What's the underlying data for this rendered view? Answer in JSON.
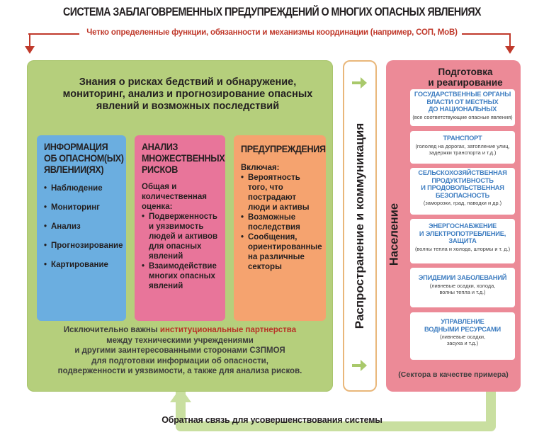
{
  "header": {
    "title": "СИСТЕМА ЗАБЛАГОВРЕМЕННЫХ ПРЕДУПРЕЖДЕНИЙ О МНОГИХ ОПАСНЫХ ЯВЛЕНИЯХ",
    "subtitle": "Четко определенные функции, обязанности и механизмы координации (например, СОП, МоВ)"
  },
  "knowledge": {
    "heading_lines": [
      "Знания о рисках бедствий и обнаружение,",
      "мониторинг, анализ и прогнозирование опасных",
      "явлений и возможных последствий"
    ]
  },
  "columns": {
    "info": {
      "title_lines": [
        "ИНФОРМАЦИЯ",
        "ОБ ОПАСНОМ(ЫХ)",
        "ЯВЛЕНИИ(ЯХ)"
      ],
      "items": [
        "Наблюдение",
        "Мониторинг",
        "Анализ",
        "Прогнозирование",
        "Картирование"
      ]
    },
    "risk": {
      "title_lines": [
        "АНАЛИЗ",
        "МНОЖЕСТВЕННЫХ",
        "РИСКОВ"
      ],
      "intro": "Общая и количественная оценка:",
      "items": [
        "Подверженность и уязвимость людей и активов для опасных явлений",
        "Взаимодействие многих опасных явлений"
      ]
    },
    "warnings": {
      "title": "ПРЕДУПРЕЖДЕНИЯ",
      "intro": "Включая:",
      "items": [
        "Вероятность того, что пострадают люди и активы",
        "Возможные последствия",
        "Сообщения, ориентированные на различные секторы"
      ]
    }
  },
  "partnership": {
    "before": "Исключительно важны ",
    "highlight": "институциональные партнерства",
    "lines": [
      "между техническими учреждениями",
      "и другими заинтересованными сторонами СЗПМОЯ",
      "для подготовки информации об опасности,",
      "подверженности и уязвимости, а также для анализа рисков."
    ]
  },
  "dissemination": {
    "label": "Распространение и коммуникация"
  },
  "preparedness": {
    "title_lines": [
      "Подготовка",
      "и реагирование"
    ],
    "population": "Население",
    "sectors": [
      {
        "title_lines": [
          "ГОСУДАРСТВЕННЫЕ ОРГАНЫ",
          "ВЛАСТИ ОТ МЕСТНЫХ",
          "ДО НАЦИОНАЛЬНЫХ"
        ],
        "note": "(все соответствующие опасные явления)"
      },
      {
        "title_lines": [
          "ТРАНСПОРТ"
        ],
        "note": "(гололед на дорогах, затопление улиц, задержки транспорта и т.д.)"
      },
      {
        "title_lines": [
          "СЕЛЬСКОХОЗЯЙСТВЕННАЯ",
          "ПРОДУКТИВНОСТЬ",
          "И ПРОДОВОЛЬСТВЕННАЯ",
          "БЕЗОПАСНОСТЬ"
        ],
        "note": "(заморозки, град, паводки и др.)"
      },
      {
        "title_lines": [
          "ЭНЕРГОСНАБЖЕНИЕ",
          "И ЭЛЕКТРОПОТРЕБЛЕНИЕ,",
          "ЗАЩИТА"
        ],
        "note": "(волны тепла и холода, штормы и т. д.)"
      },
      {
        "title_lines": [
          "ЭПИДЕМИИ ЗАБОЛЕВАНИЙ"
        ],
        "note": "(ливневые осадки, холода, волны тепла и т.д.)"
      },
      {
        "title_lines": [
          "УПРАВЛЕНИЕ",
          "ВОДНЫМИ РЕСУРСАМИ"
        ],
        "note": "(ливневые осадки, засуха и т.д.)"
      }
    ],
    "sectors_note": "(Сектора в качестве примера)"
  },
  "feedback": {
    "label": "Обратная связь для усовершенствования системы"
  },
  "colors": {
    "green": "#b5cf7c",
    "blue": "#6baee0",
    "pink": "#e8759a",
    "orange": "#f5a36f",
    "panel_pink": "#ec8a97",
    "accent_red": "#c0392b",
    "sector_blue": "#3f7ec1"
  }
}
